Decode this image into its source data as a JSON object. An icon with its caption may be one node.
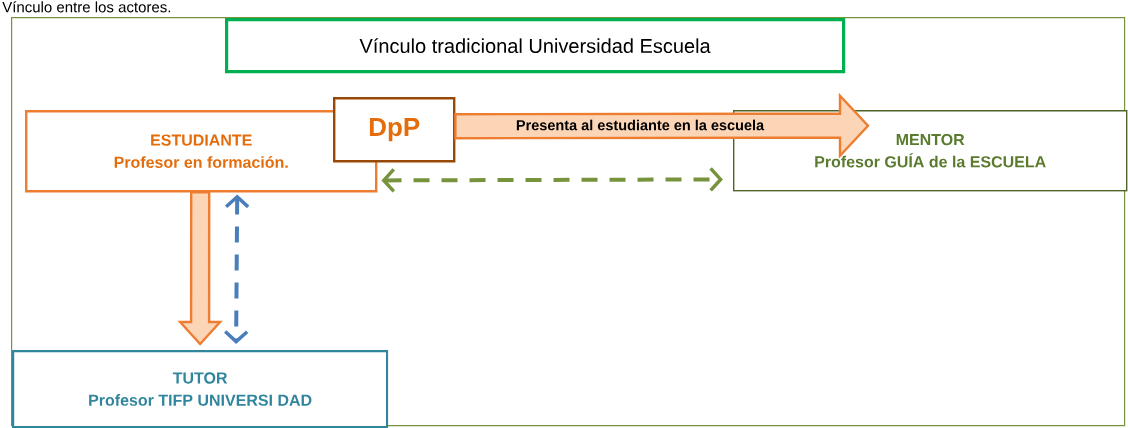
{
  "diagram": {
    "nodes": [
      {
        "text": [
          "Vínculo entre los actores."
        ]
      },
      {
        "text": [
          "Vínculo tradicional Universidad Escuela"
        ],
        "in": 0
      },
      {
        "text": [
          "ESTUDIANTE",
          "Profesor en formación."
        ],
        "in": 0
      },
      {
        "text": [
          "DpP"
        ],
        "in": 0
      },
      {
        "text": [
          "MENTOR",
          "Profesor  GUÍA de la  ESCUELA"
        ],
        "in": 0
      },
      {
        "text": [
          "TUTOR",
          "Profesor  TIFP  UNIVERSI DAD"
        ],
        "in": 0
      }
    ],
    "edges": [
      {
        "from": 3,
        "to": 4,
        "arrow": "to",
        "label": "Presenta al estudiante  en la escuela",
        "style": "thick",
        "color": "#ed7d31"
      },
      {
        "from": 2,
        "to": 5,
        "arrow": "to",
        "style": "thick",
        "color": "#ed7d31"
      },
      {
        "from": 2,
        "to": 4,
        "arrow": "both",
        "style": "dashed",
        "color": "#77933c"
      },
      {
        "from": 2,
        "to": 5,
        "arrow": "both",
        "style": "dashed",
        "color": "#4a7ebb"
      }
    ]
  }
}
